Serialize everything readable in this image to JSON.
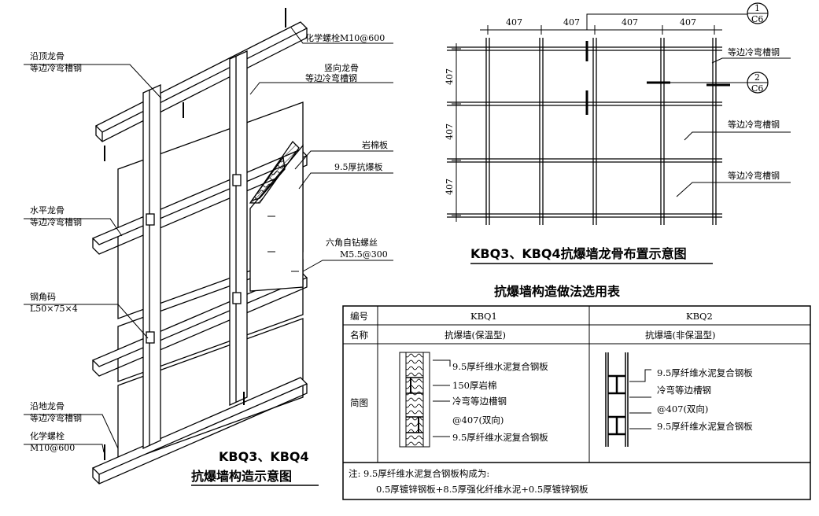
{
  "left_diagram": {
    "labels": {
      "top_track": [
        "沿顶龙骨",
        "等边冷弯槽钢"
      ],
      "chem_bolt_top": "化学螺栓M10@600",
      "vertical_stud": [
        "竖向龙骨",
        "等边冷弯槽钢"
      ],
      "rock_wool": "岩棉板",
      "blast_board": "9.5厚抗爆板",
      "horizontal_keel": [
        "水平龙骨",
        "等边冷弯槽钢"
      ],
      "hex_screw": [
        "六角自钻螺丝",
        "M5.5@300"
      ],
      "angle_code": [
        "钢角码",
        "L50×75×4"
      ],
      "floor_track": [
        "沿地龙骨",
        "等边冷弯槽钢"
      ],
      "chem_bolt_bottom": [
        "化学螺栓",
        "M10@600"
      ]
    },
    "title": [
      "KBQ3、KBQ4",
      "抗爆墙构造示意图"
    ]
  },
  "right_diagram": {
    "dims_top": [
      "407",
      "407",
      "407",
      "407"
    ],
    "dims_left": [
      "407",
      "407",
      "407"
    ],
    "callout1": [
      "1",
      "C6"
    ],
    "callout2": [
      "2",
      "C6"
    ],
    "labels": [
      "等边冷弯槽钢",
      "等边冷弯槽钢",
      "等边冷弯槽钢"
    ],
    "title": "KBQ3、KBQ4抗爆墙龙骨布置示意图"
  },
  "table": {
    "title": "抗爆墙构造做法选用表",
    "row_headers": [
      "编号",
      "名称",
      "简图"
    ],
    "col_kbq1": {
      "code": "KBQ1",
      "name": "抗爆墙(保温型)",
      "items": [
        "9.5厚纤维水泥复合钢板",
        "150厚岩棉",
        "冷弯等边槽钢",
        "@407(双向)",
        "9.5厚纤维水泥复合钢板"
      ]
    },
    "col_kbq2": {
      "code": "KBQ2",
      "name": "抗爆墙(非保温型)",
      "items": [
        "9.5厚纤维水泥复合钢板",
        "冷弯等边槽钢",
        "@407(双向)",
        "9.5厚纤维水泥复合钢板"
      ]
    },
    "note_line1": "注: 9.5厚纤维水泥复合钢板构成为:",
    "note_line2": "0.5厚镀锌钢板+8.5厚强化纤维水泥+0.5厚镀锌钢板"
  }
}
